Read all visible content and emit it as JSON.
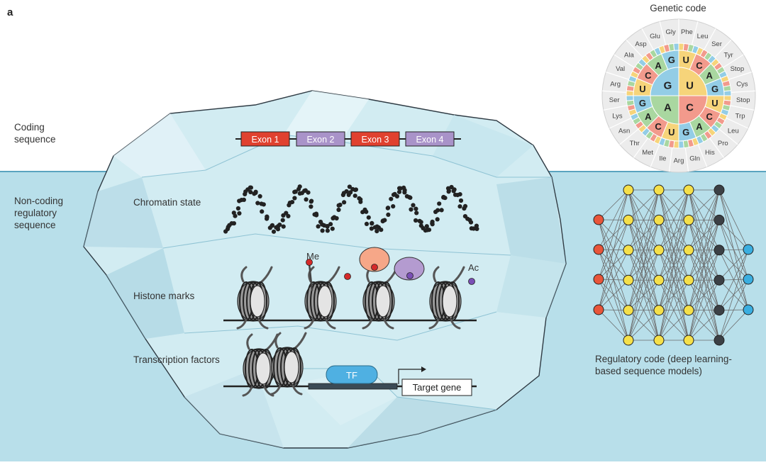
{
  "panel_label": "a",
  "labels": {
    "coding": [
      "Coding",
      "sequence"
    ],
    "noncoding": [
      "Non-coding",
      "regulatory",
      "sequence"
    ],
    "chromatin": "Chromatin state",
    "histone": "Histone marks",
    "tf_row": "Transcription factors",
    "regcode": [
      "Regulatory code (deep learning-",
      "based sequence models)"
    ]
  },
  "exons": [
    {
      "label": "Exon 1",
      "color": "#e0412f"
    },
    {
      "label": "Exon 2",
      "color": "#a993c9"
    },
    {
      "label": "Exon 3",
      "color": "#e0412f"
    },
    {
      "label": "Exon 4",
      "color": "#a993c9"
    }
  ],
  "marks": {
    "me": "Me",
    "ac": "Ac"
  },
  "tf": "TF",
  "target_gene": "Target gene",
  "genetic_code": {
    "title": "Genetic code",
    "inner": [
      "U",
      "C",
      "A",
      "G"
    ],
    "middle": [
      "U",
      "C",
      "A",
      "G",
      "U",
      "C",
      "A",
      "G",
      "U",
      "C",
      "A",
      "G",
      "U",
      "C",
      "A",
      "G"
    ],
    "amino_acids": [
      "Phe",
      "Leu",
      "Ser",
      "Tyr",
      "Stop",
      "Cys",
      "Stop",
      "Trp",
      "Leu",
      "Pro",
      "His",
      "Gln",
      "Arg",
      "Ile",
      "Met",
      "Thr",
      "Asn",
      "Lys",
      "Ser",
      "Arg",
      "Val",
      "Ala",
      "Asp",
      "Glu",
      "Gly"
    ]
  },
  "network": {
    "layers": [
      4,
      6,
      6,
      6,
      6,
      3
    ],
    "colors": [
      "#e8553a",
      "#f5e04a",
      "#f5e04a",
      "#f5e04a",
      "#3b4045",
      "#3aaee0"
    ]
  },
  "colors": {
    "water": "#b8dfea",
    "water_line": "#5aa4bf",
    "ice": "#d2ecf2",
    "base_u": "#f6d47a",
    "base_c": "#f29a8c",
    "base_a": "#a9d7a0",
    "base_g": "#93cde6"
  }
}
